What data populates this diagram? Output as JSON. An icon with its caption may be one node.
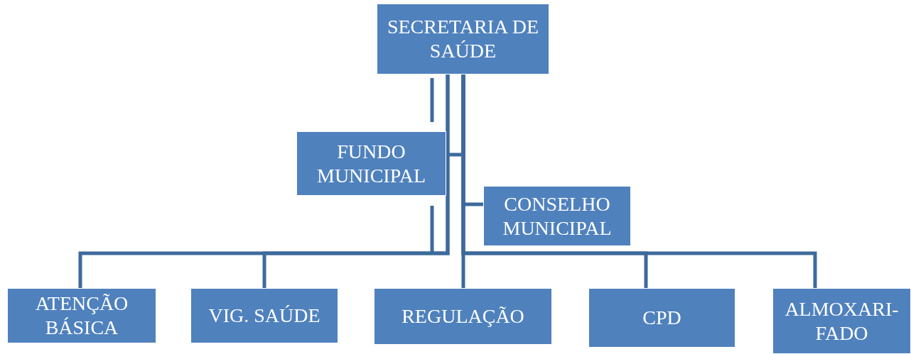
{
  "diagram": {
    "nodes": [
      {
        "text": [
          "SECRETARIA DE SAÚDE"
        ]
      },
      {
        "text": [
          "FUNDO MUNICIPAL"
        ]
      },
      {
        "text": [
          "CONSELHO MUNICIPAL"
        ]
      },
      {
        "text": [
          "ATENÇÃO BÁSICA"
        ]
      },
      {
        "text": [
          "VIG. SAÚDE"
        ]
      },
      {
        "text": [
          "REGULAÇÃO"
        ]
      },
      {
        "text": [
          "CPD"
        ]
      },
      {
        "text": [
          "ALMOXARI-FADO"
        ]
      }
    ],
    "edges": [
      {
        "from": 0,
        "to": 1,
        "arrow": "none"
      },
      {
        "from": 0,
        "to": 2,
        "arrow": "none"
      },
      {
        "from": 0,
        "to": 3,
        "arrow": "none"
      },
      {
        "from": 0,
        "to": 4,
        "arrow": "none"
      },
      {
        "from": 0,
        "to": 5,
        "arrow": "none"
      },
      {
        "from": 0,
        "to": 6,
        "arrow": "none"
      },
      {
        "from": 0,
        "to": 7,
        "arrow": "none"
      }
    ]
  }
}
